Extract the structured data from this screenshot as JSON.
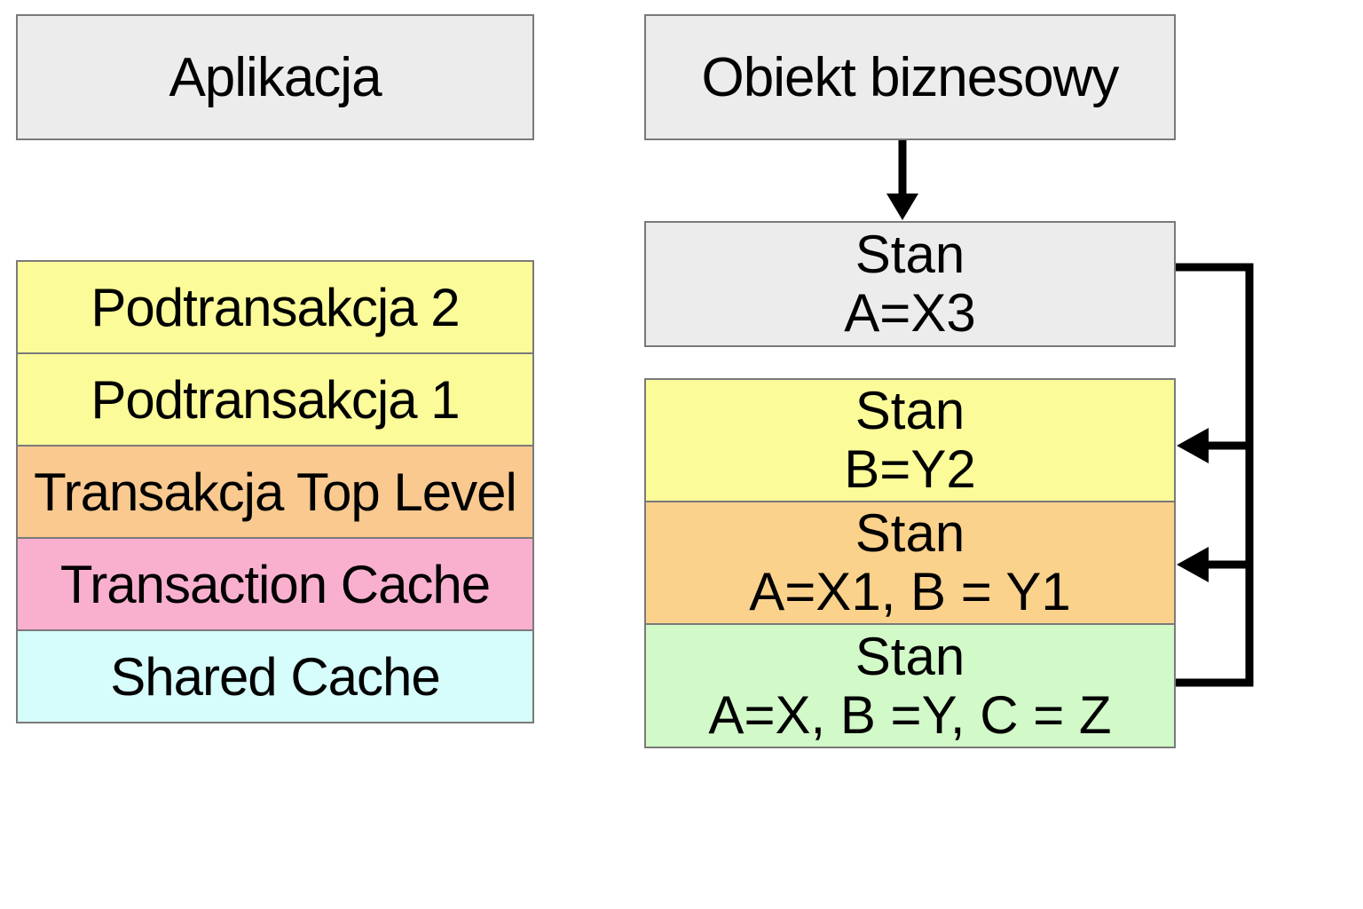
{
  "left": {
    "app_label": "Aplikacja",
    "layers": [
      {
        "label": "Podtransakcja 2",
        "color": "#fbfb9a"
      },
      {
        "label": "Podtransakcja 1",
        "color": "#fbfb9a"
      },
      {
        "label": "Transakcja Top Level",
        "color": "#f9c98f"
      },
      {
        "label": "Transaction Cache",
        "color": "#f9b0cf"
      },
      {
        "label": "Shared Cache",
        "color": "#d6fcfc"
      }
    ]
  },
  "right": {
    "object_label": "Obiekt biznesowy",
    "states": [
      {
        "title": "Stan",
        "values": "A=X3",
        "color": "#ececec"
      },
      {
        "title": "Stan",
        "values": "B=Y2",
        "color": "#fbfb9a"
      },
      {
        "title": "Stan",
        "values": "A=X1, B = Y1",
        "color": "#fbd28c"
      },
      {
        "title": "Stan",
        "values": "A=X, B =Y, C = Z",
        "color": "#d2f9c8"
      }
    ]
  },
  "colors": {
    "header_fill": "#ececec",
    "border": "#7a7a7a",
    "arrow": "#000000"
  }
}
